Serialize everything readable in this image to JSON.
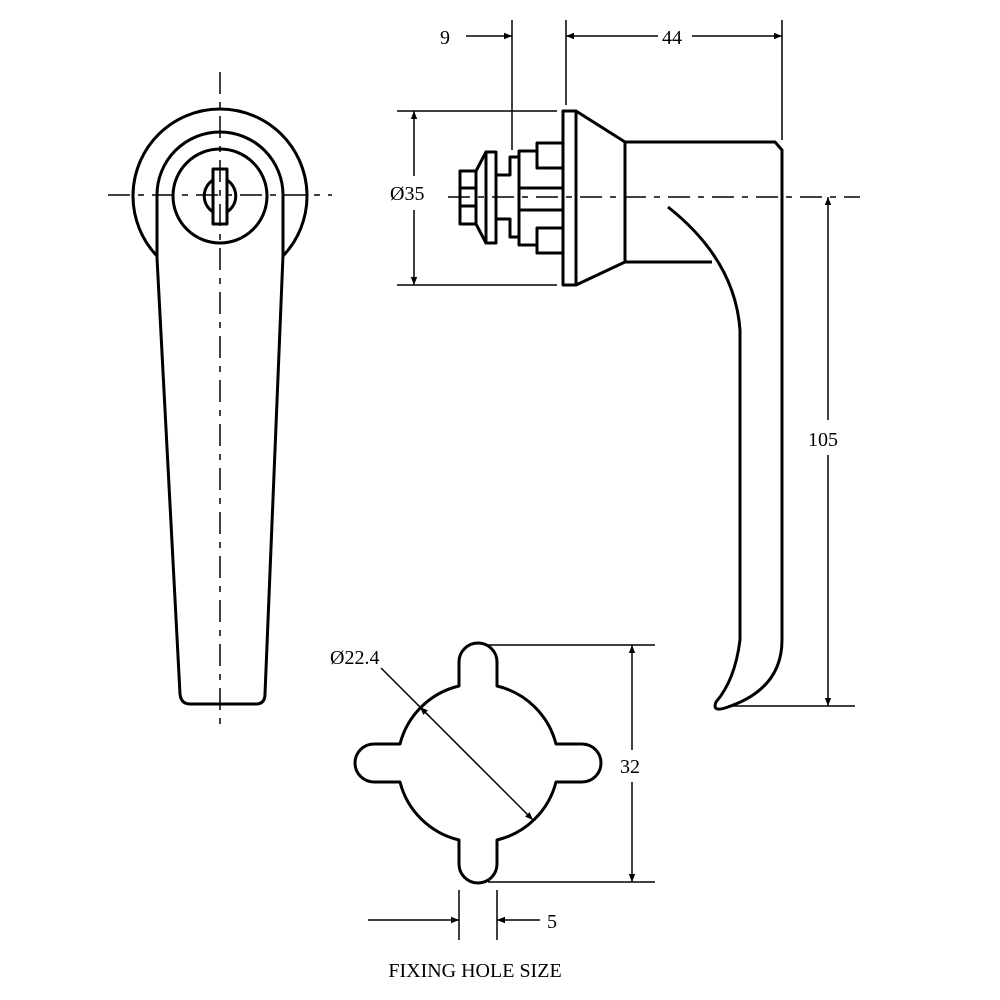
{
  "dimensions": {
    "offset_9": "9",
    "length_44": "44",
    "diameter_35": "Ø35",
    "height_105": "105",
    "hole_diameter": "Ø22.4",
    "hole_height_32": "32",
    "lobe_width_5": "5"
  },
  "caption": "FIXING HOLE SIZE",
  "colors": {
    "line": "#000000",
    "background": "#ffffff"
  }
}
